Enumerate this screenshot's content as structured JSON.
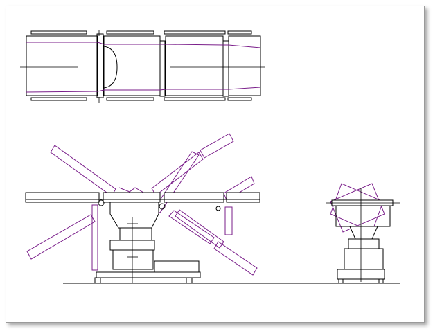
{
  "diagram": {
    "views": [
      "top-view",
      "side-view",
      "end-view"
    ],
    "colors": {
      "outline": "#000000",
      "position": "#7a1e8a",
      "page": "#ffffff",
      "border": "#9a9a9a"
    }
  }
}
